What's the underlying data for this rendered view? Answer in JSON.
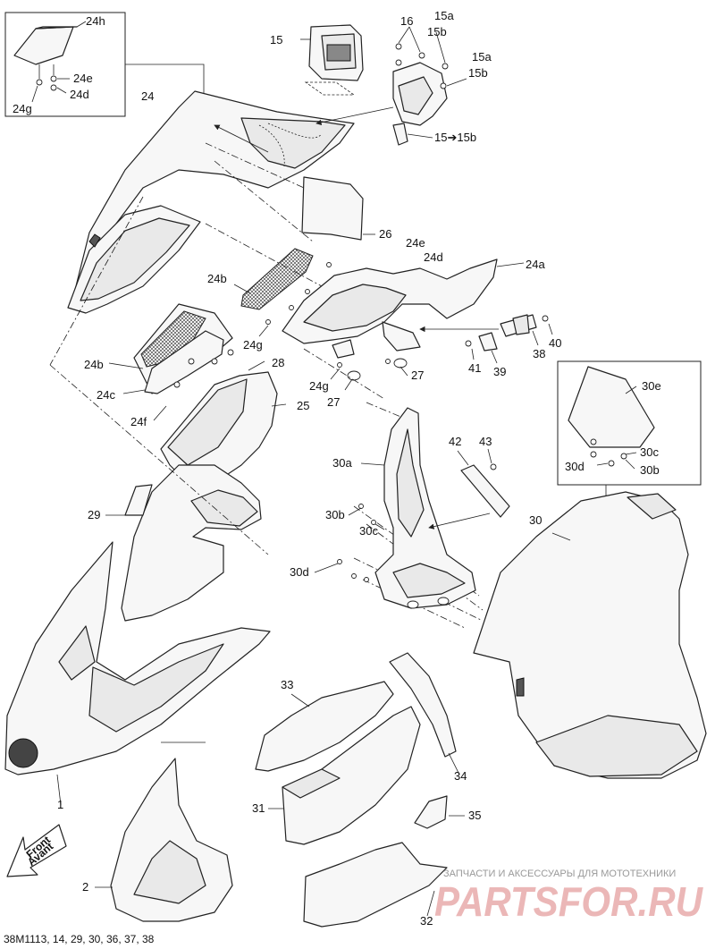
{
  "drawing_code": "38M1113, 14, 29, 30, 36, 37, 38",
  "front_arrow": {
    "line1": "Front",
    "line2": "Avant"
  },
  "watermark": {
    "top": "ЗАПЧАСТИ И АКСЕССУАРЫ ДЛЯ МОТОТЕХНИКИ",
    "brand": "PARTSFOR.RU"
  },
  "labels": {
    "l24h": "24h",
    "l24g_box": "24g",
    "l24e_box": "24e",
    "l24d_box": "24d",
    "l24": "24",
    "l15": "15",
    "l16": "16",
    "l15a_1": "15a",
    "l15b_1": "15b",
    "l15a_2": "15a",
    "l15b_2": "15b",
    "l15to15b": "15➔15b",
    "l26": "26",
    "l24e": "24e",
    "l24d": "24d",
    "l24a": "24a",
    "l24b_1": "24b",
    "l24g_1": "24g",
    "l40": "40",
    "l41": "41",
    "l39": "39",
    "l38": "38",
    "l24b_2": "24b",
    "l28": "28",
    "l24g_2": "24g",
    "l27_1": "27",
    "l27_2": "27",
    "l24c": "24c",
    "l25": "25",
    "l24f": "24f",
    "l30e": "30e",
    "l42": "42",
    "l43": "43",
    "l30a": "30a",
    "l30c_box": "30c",
    "l30d_box": "30d",
    "l30b_box": "30b",
    "l29": "29",
    "l30b": "30b",
    "l30c": "30c",
    "l30": "30",
    "l30d": "30d",
    "l33": "33",
    "l1": "1",
    "l34": "34",
    "l31": "31",
    "l35": "35",
    "l2": "2",
    "l32": "32"
  }
}
